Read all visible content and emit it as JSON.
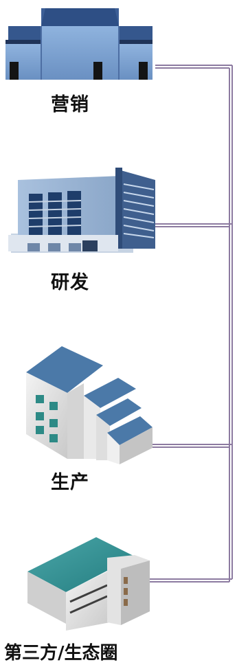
{
  "diagram": {
    "nodes": [
      {
        "label": "营销",
        "icon": "government-building-icon"
      },
      {
        "label": "研发",
        "icon": "office-tower-icon"
      },
      {
        "label": "生产",
        "icon": "factory-building-icon"
      },
      {
        "label": "第三方/生态圈",
        "icon": "ecosystem-building-icon"
      }
    ],
    "connector_color": "#8c7aa0"
  }
}
